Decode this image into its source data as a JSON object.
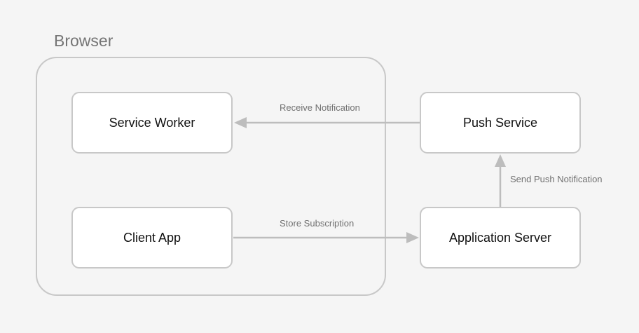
{
  "group": {
    "label": "Browser"
  },
  "nodes": {
    "service_worker": "Service Worker",
    "client_app": "Client App",
    "push_service": "Push Service",
    "application_server": "Application Server"
  },
  "edges": {
    "receive_notification": "Receive Notification",
    "store_subscription": "Store Subscription",
    "send_push_notification": "Send Push Notification"
  },
  "colors": {
    "background": "#f5f5f5",
    "border": "#c8c8c8",
    "arrow": "#bdbdbd",
    "group_label": "#757575",
    "edge_label": "#707070"
  }
}
